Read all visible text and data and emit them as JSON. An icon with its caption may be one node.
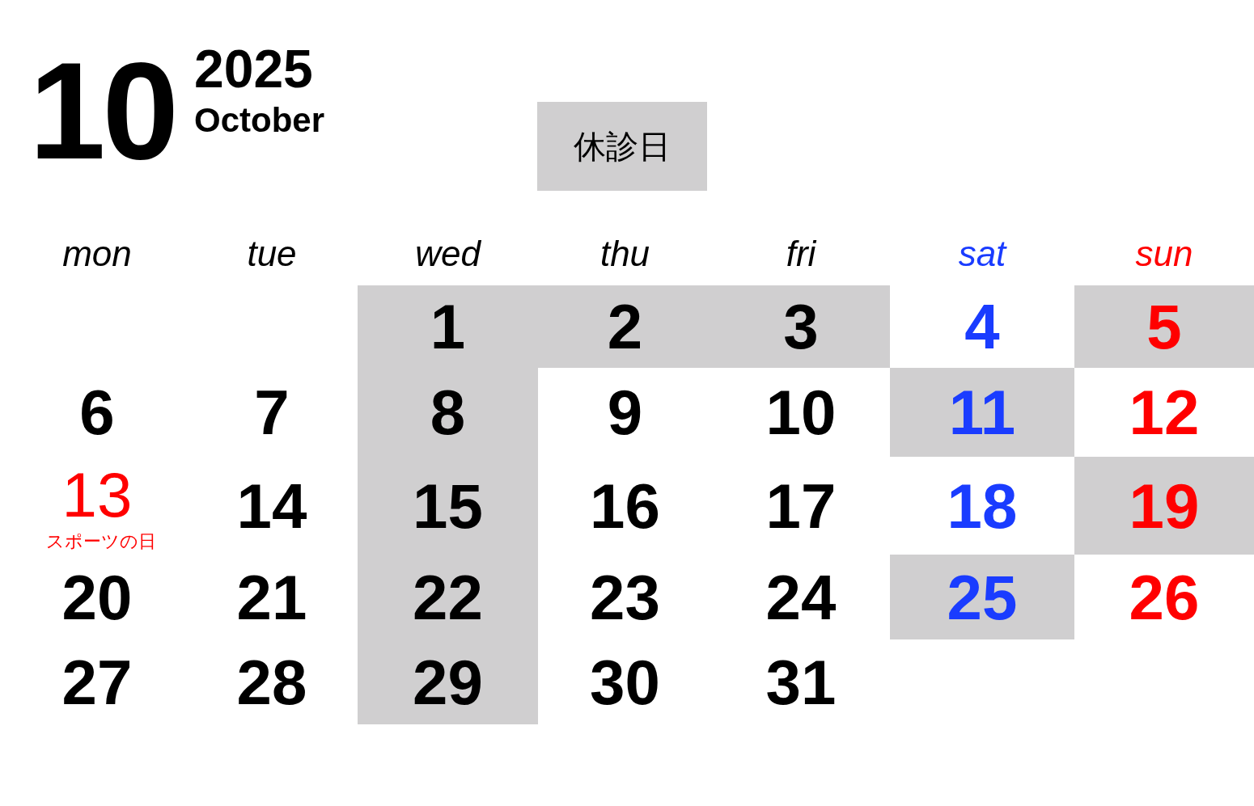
{
  "diagram": {
    "labels": [
      "10",
      "2025",
      "October",
      "mon",
      "tue",
      "wed",
      "thu",
      "fri",
      "sat",
      "sun",
      "1",
      "2",
      "3",
      "4",
      "5",
      "6",
      "7",
      "8",
      "9",
      "10",
      "11",
      "12",
      "13",
      "スポーツの日",
      "14",
      "15",
      "16",
      "17",
      "18",
      "19",
      "20",
      "21",
      "22",
      "23",
      "24",
      "25",
      "26",
      "27",
      "28",
      "29",
      "30",
      "31"
    ],
    "legend": [
      {
        "text": "休診日",
        "color": "#d0cfd0"
      }
    ]
  }
}
